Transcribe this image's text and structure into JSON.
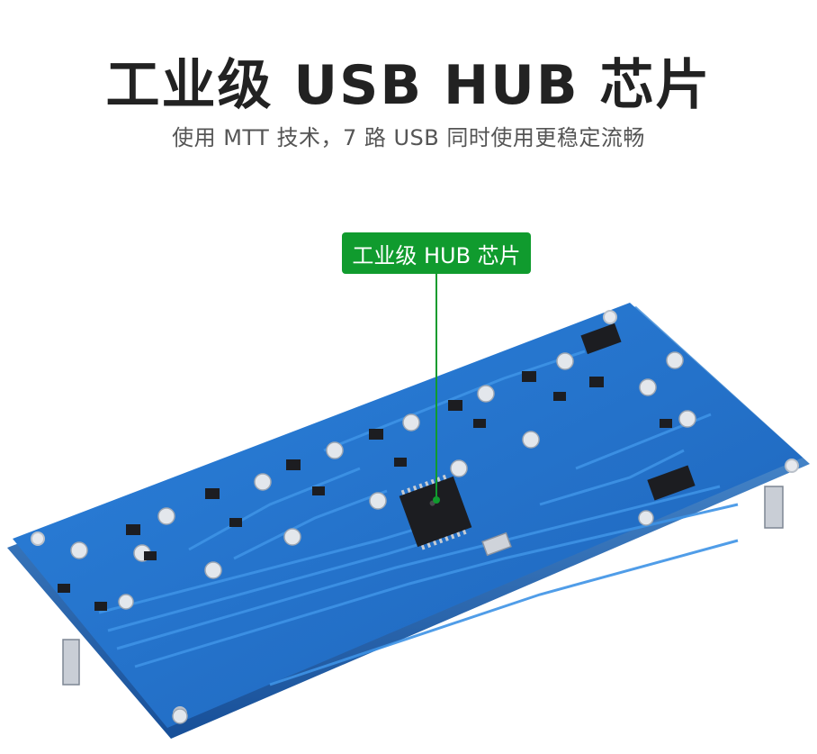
{
  "headline": "工业级 USB HUB 芯片",
  "subtitle": "使用 MTT 技术，7 路 USB 同时使用更稳定流畅",
  "callout": {
    "label": "工业级 HUB 芯片"
  },
  "colors": {
    "callout_bg": "#109b2e",
    "board_blue": "#1f6fc8",
    "pad_silver": "#d9dde3",
    "chip_black": "#1c1d21"
  }
}
